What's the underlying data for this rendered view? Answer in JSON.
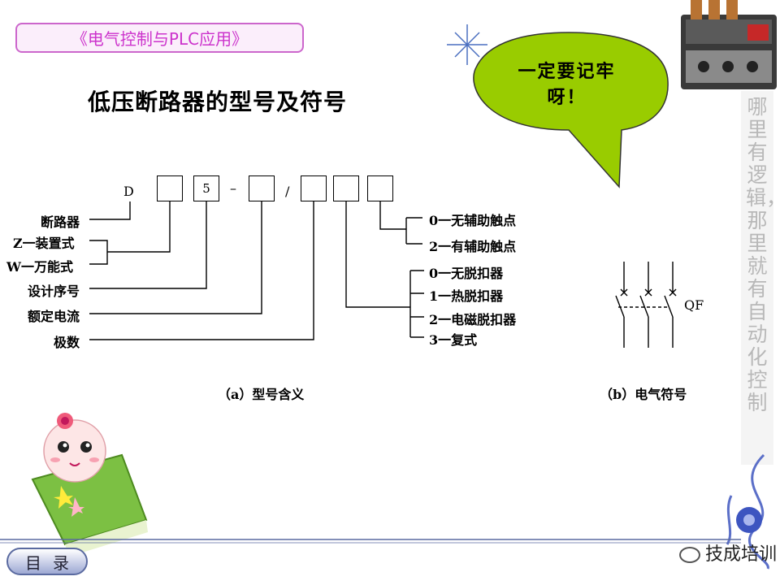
{
  "header": {
    "course_title": "《电气控制与PLC应用》"
  },
  "slide": {
    "title": "低压断路器的型号及符号",
    "bubble_text": "一定要记牢呀！",
    "side_slogan": "哪里有逻辑，那里就有自动化控制"
  },
  "model_code": {
    "prefix": "D",
    "design_value": "5",
    "dash": "–",
    "slash": "/",
    "left_labels": {
      "breaker": "断路器",
      "z_type": "Z一装置式",
      "w_type": "W一万能式",
      "design_seq": "设计序号",
      "rated_current": "额定电流",
      "poles": "极数"
    },
    "right_labels": {
      "no_aux": "0一无辅助触点",
      "with_aux": "2一有辅助触点",
      "no_release": "0一无脱扣器",
      "thermal": "1一热脱扣器",
      "electromagnetic": "2一电磁脱扣器",
      "compound": "3一复式"
    }
  },
  "captions": {
    "a": "（a）型号含义",
    "b": "（b）电气符号"
  },
  "symbol": {
    "label": "QF"
  },
  "footer": {
    "menu_label": "目录",
    "watermark": "技成培训"
  },
  "colors": {
    "accent_magenta": "#cc33cc",
    "bubble_green": "#99cc00",
    "nav_blue": "#5a6aa0"
  }
}
